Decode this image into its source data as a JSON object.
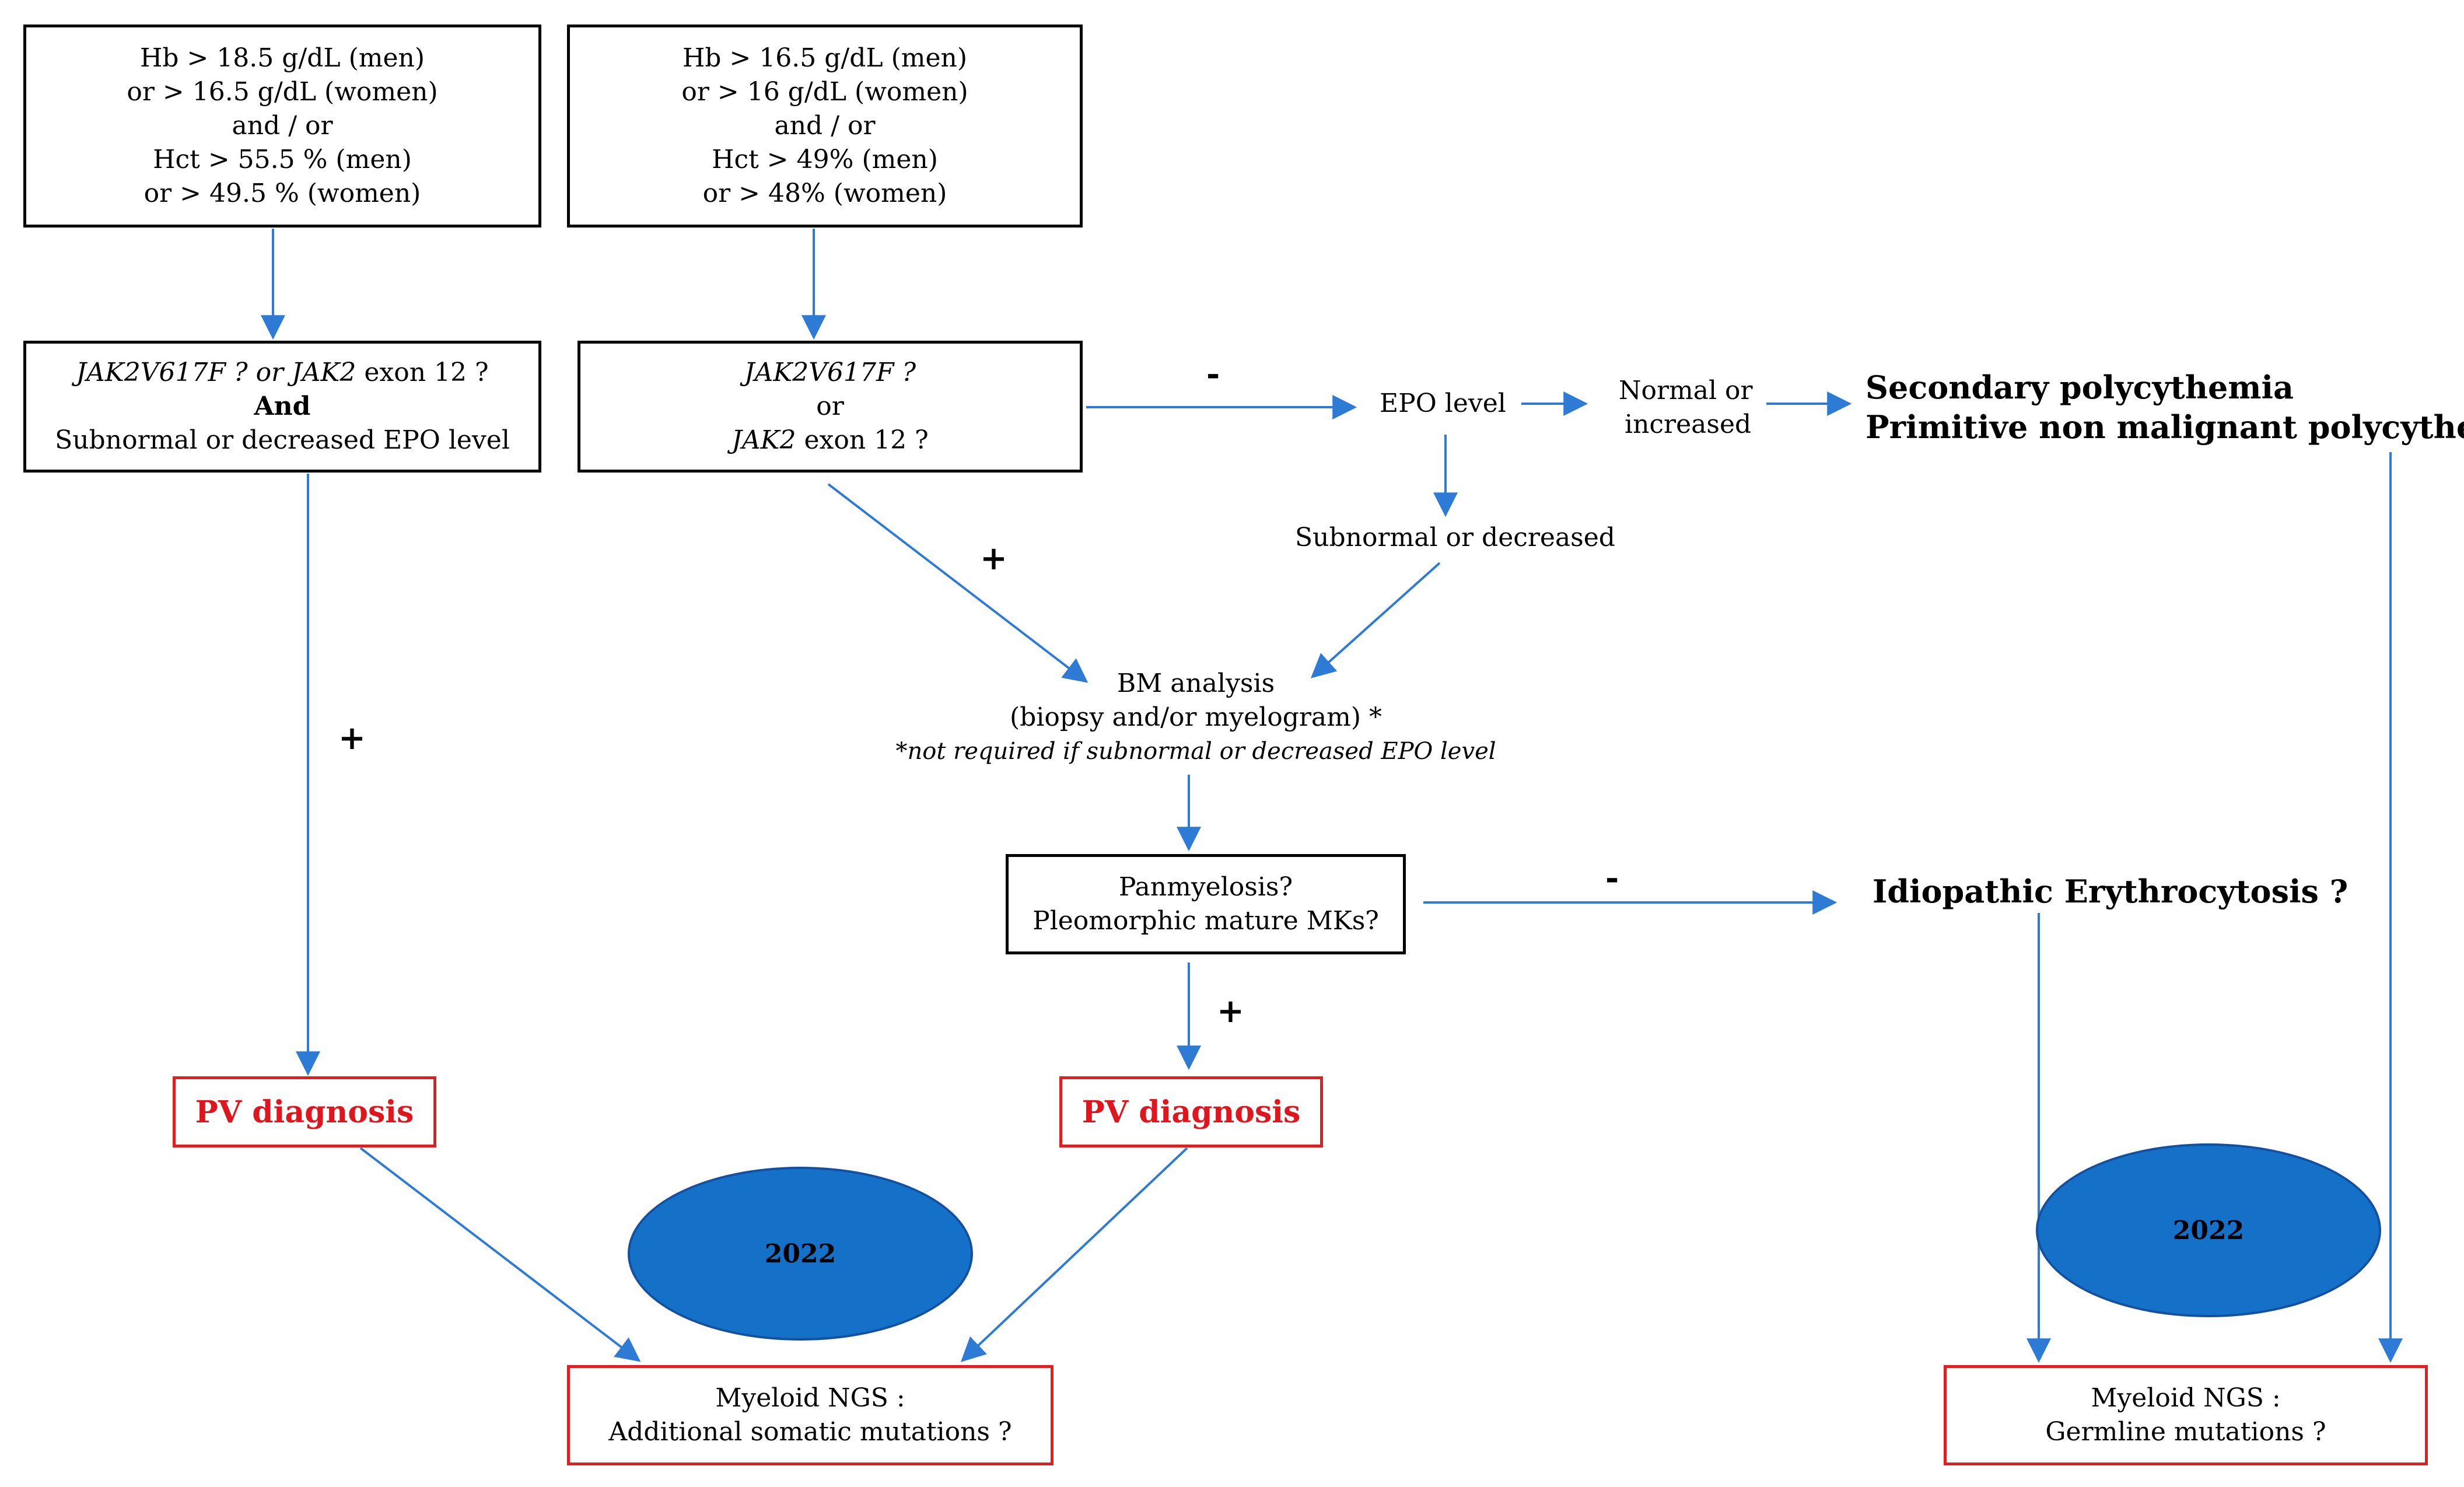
{
  "box_who": {
    "line1": "Hb > 18.5 g/dL (men)",
    "line2": "or > 16.5 g/dL (women)",
    "line3": "and / or",
    "line4": "Hct > 55.5 % (men)",
    "line5": "or > 49.5 % (women)"
  },
  "box_icc": {
    "line1": "Hb > 16.5 g/dL (men)",
    "line2": "or > 16 g/dL (women)",
    "line3": "and / or",
    "line4": "Hct > 49% (men)",
    "line5": "or > 48% (women)"
  },
  "box_jak_left": {
    "italic1": "JAK2V617F ?",
    "mid1": " or ",
    "italic2": "JAK2",
    "rest1": " exon 12 ?",
    "line2": "And",
    "line3": "Subnormal or decreased EPO level"
  },
  "box_jak_mid": {
    "line1": "JAK2V617F ?",
    "line2": "or",
    "italic3": "JAK2",
    "rest3": " exon 12 ?"
  },
  "labels": {
    "minus_sign": "-",
    "plus_sign": "+",
    "epo_level": "EPO level",
    "normal_or": "Normal or",
    "increased": "increased",
    "subnormal_decreased": "Subnormal or decreased",
    "bm_line1": "BM analysis",
    "bm_line2": "(biopsy and/or myelogram) *",
    "bm_note": "*not required if subnormal or decreased EPO level",
    "secondary": "Secondary polycythemia",
    "primitive": "Primitive non malignant polycythemia",
    "idiopathic": "Idiopathic Erythrocytosis ?"
  },
  "box_panmyelosis": {
    "line1": "Panmyelosis?",
    "line2": "Pleomorphic mature MKs?"
  },
  "pv_left": "PV diagnosis",
  "pv_mid": "PV diagnosis",
  "ellipse_left": "2022",
  "ellipse_right": "2022",
  "ngs_somatic": {
    "line1": "Myeloid NGS :",
    "line2": "Additional somatic mutations ?"
  },
  "ngs_germline": {
    "line1": "Myeloid NGS :",
    "line2": "Germline mutations ?"
  },
  "colors": {
    "arrow": "#2e7bd6",
    "red": "#e02020",
    "ellipse": "#1570c8"
  }
}
